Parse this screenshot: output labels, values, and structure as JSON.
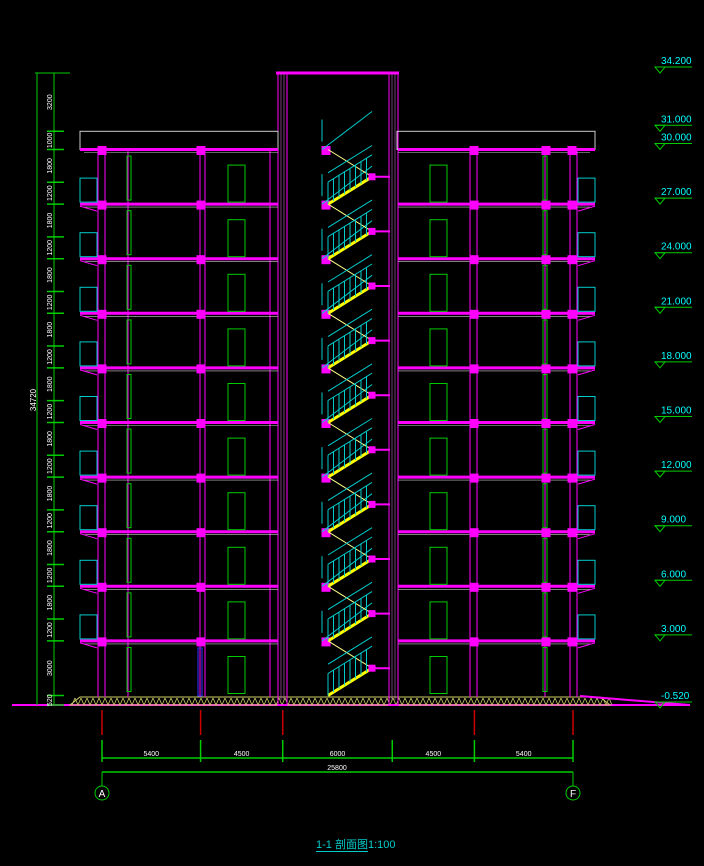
{
  "drawing": {
    "title": "1-1 剖面图",
    "scale": "1:100",
    "colors": {
      "slab": "#ff00ff",
      "dim": "#00cc00",
      "stair": "#ffff00",
      "rail": "#00cccc",
      "text": "#ffffff",
      "level": "#00ffff",
      "hatch": "#cccc66",
      "axis": "#cc0000"
    }
  },
  "levels": [
    {
      "elev": 34.2,
      "label": "34.200"
    },
    {
      "elev": 31.0,
      "label": "31.000"
    },
    {
      "elev": 30.0,
      "label": "30.000"
    },
    {
      "elev": 27.0,
      "label": "27.000"
    },
    {
      "elev": 24.0,
      "label": "24.000"
    },
    {
      "elev": 21.0,
      "label": "21.000"
    },
    {
      "elev": 18.0,
      "label": "18.000"
    },
    {
      "elev": 15.0,
      "label": "15.000"
    },
    {
      "elev": 12.0,
      "label": "12.000"
    },
    {
      "elev": 9.0,
      "label": "9.000"
    },
    {
      "elev": 6.0,
      "label": "6.000"
    },
    {
      "elev": 3.0,
      "label": "3.000"
    },
    {
      "elev": -0.52,
      "label": "-0.520"
    }
  ],
  "floor_elevations": [
    3,
    6,
    9,
    12,
    15,
    18,
    21,
    24,
    27,
    30
  ],
  "vertical_dims": {
    "total": "34720",
    "segments": [
      "3200",
      "1000",
      "1800",
      "1200",
      "1800",
      "1200",
      "1800",
      "1200",
      "1800",
      "1200",
      "1800",
      "1200",
      "1800",
      "1200",
      "1800",
      "1200",
      "1800",
      "1200",
      "1800",
      "1200",
      "3000",
      "520"
    ]
  },
  "horizontal_dims": {
    "segments": [
      "5400",
      "4500",
      "6000",
      "4500",
      "5400"
    ],
    "segment_mm": [
      5400,
      4500,
      6000,
      4500,
      5400
    ],
    "total": "25800"
  },
  "axes": [
    "A",
    "F"
  ]
}
